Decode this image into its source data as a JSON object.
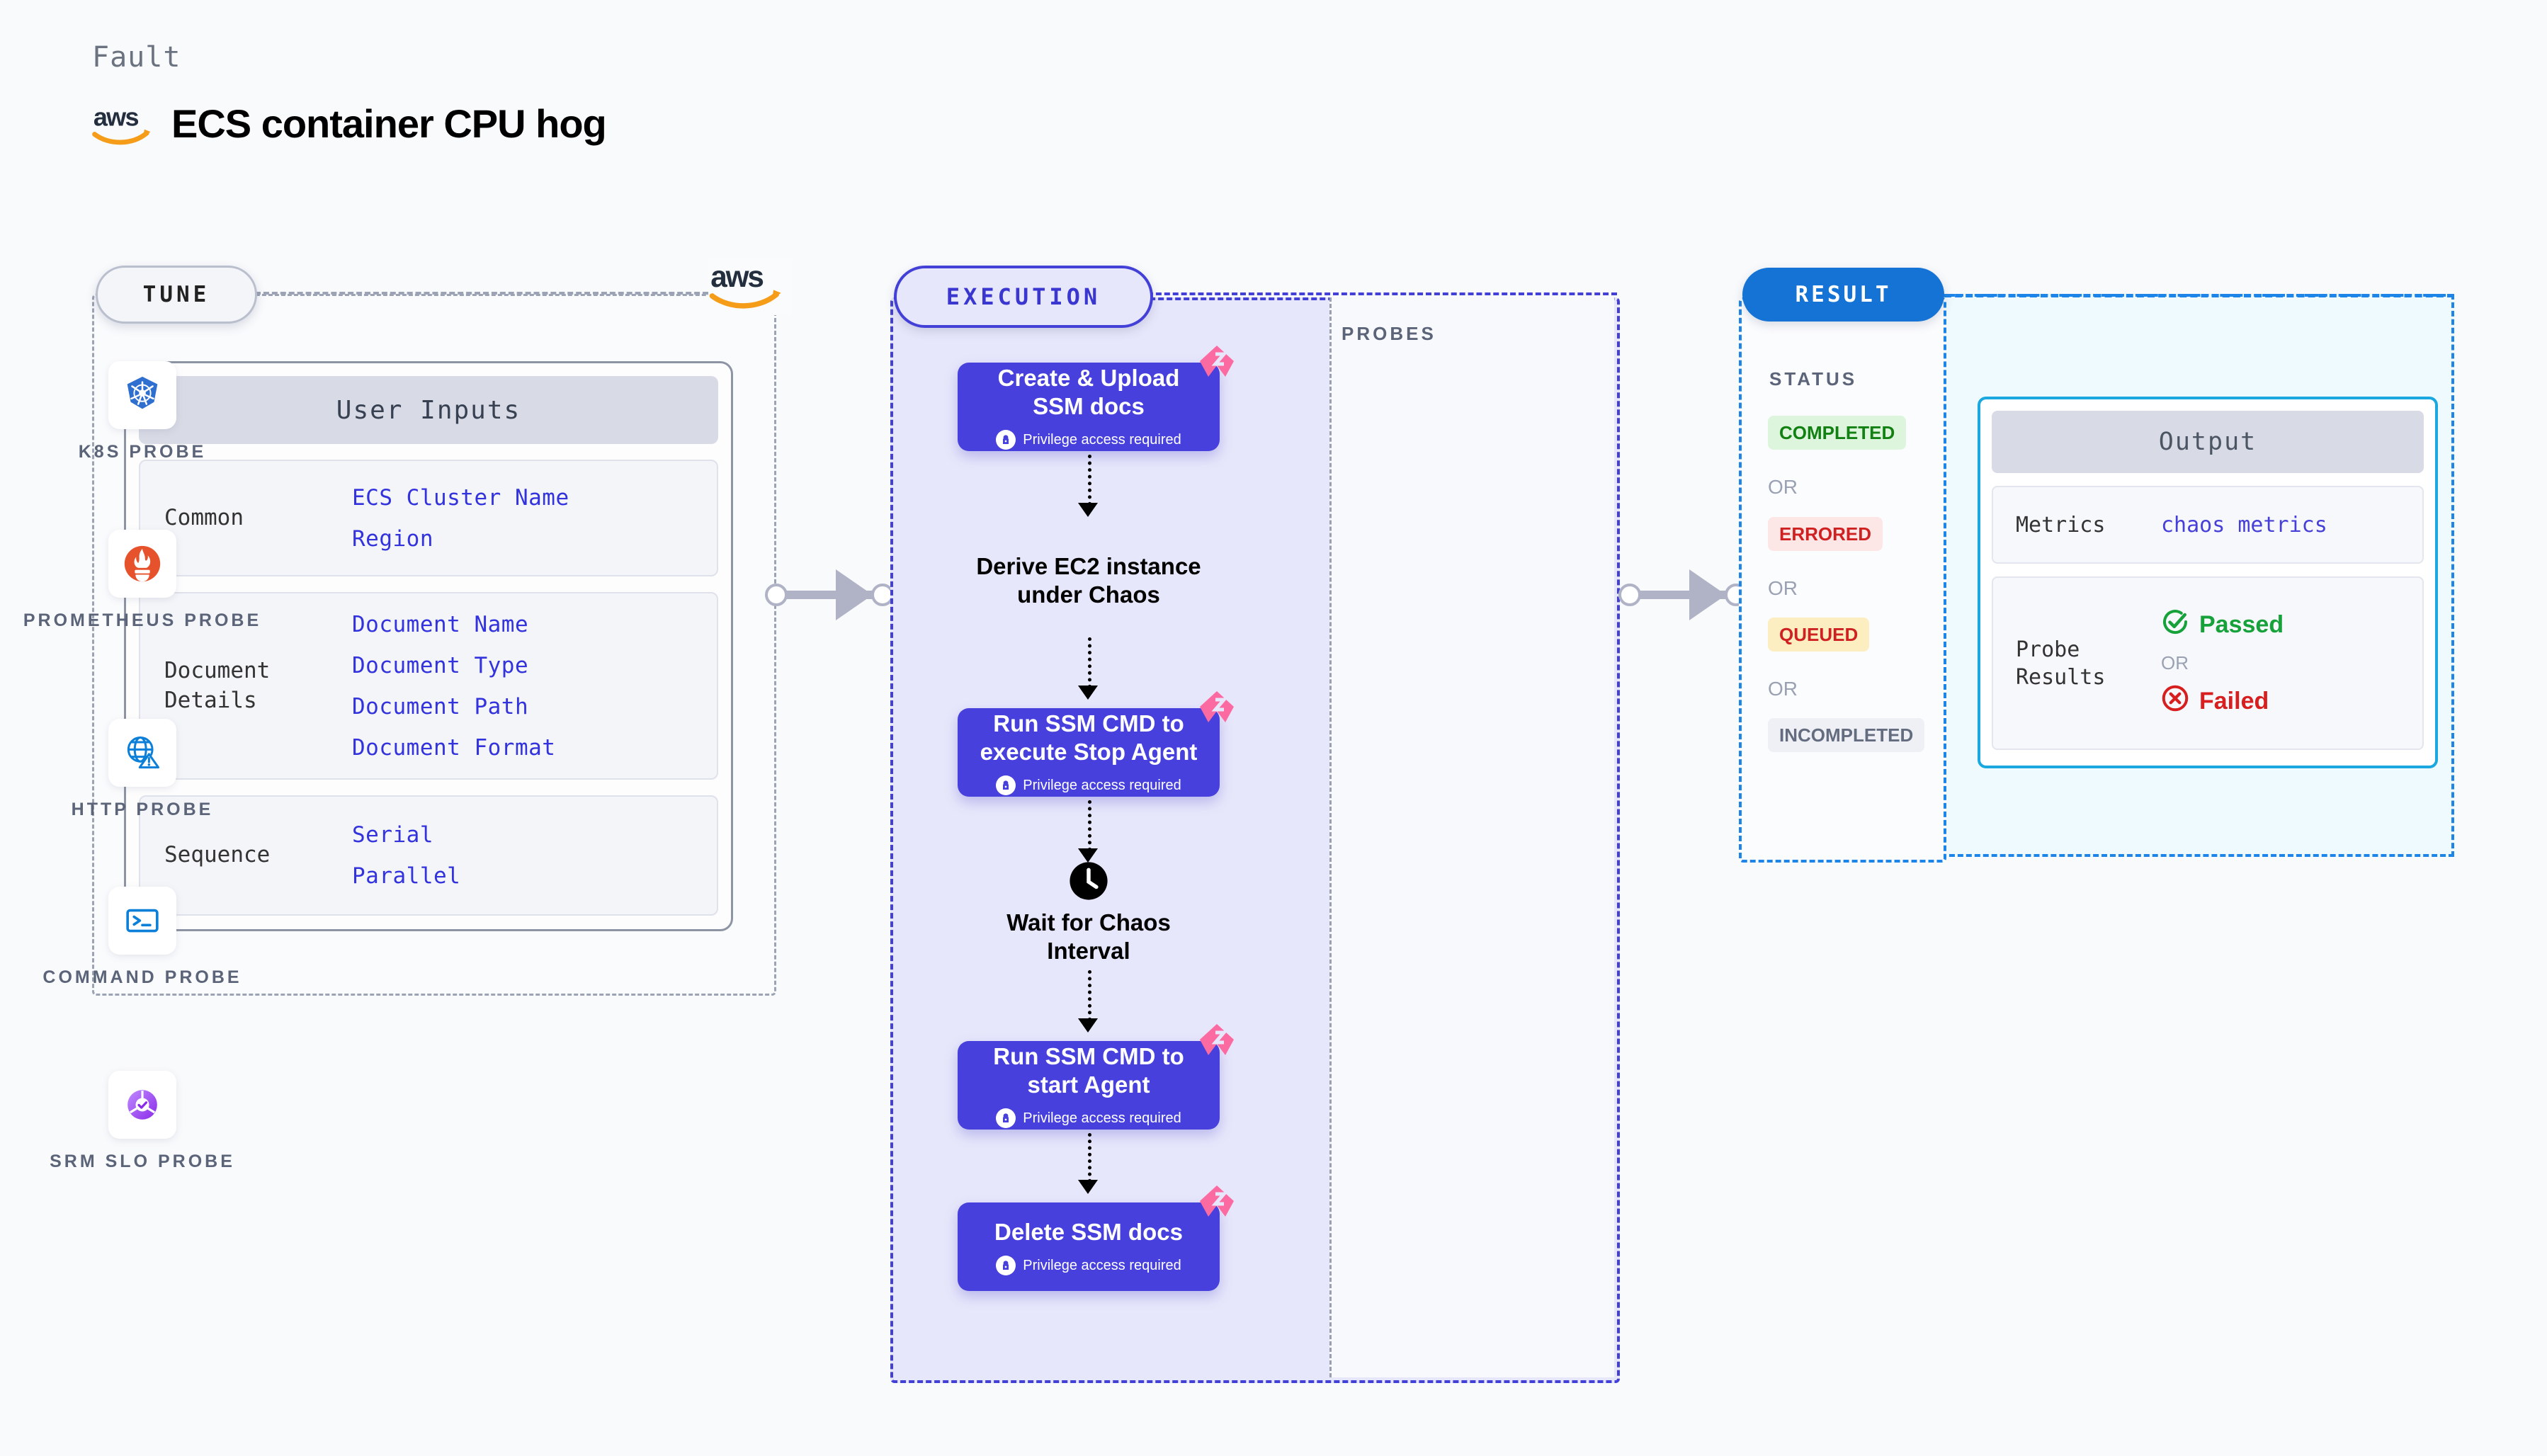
{
  "header": {
    "eyebrow": "Fault",
    "title": "ECS container CPU hog",
    "brand_icon": "aws-logo"
  },
  "tune": {
    "chip_label": "TUNE",
    "brand_icon": "aws-logo",
    "card_title": "User Inputs",
    "groups": [
      {
        "label": "Common",
        "values": [
          "ECS Cluster Name",
          "Region"
        ]
      },
      {
        "label": "Document\nDetails",
        "values": [
          "Document Name",
          "Document Type",
          "Document Path",
          "Document Format"
        ]
      },
      {
        "label": "Sequence",
        "values": [
          "Serial",
          "Parallel"
        ]
      }
    ]
  },
  "execution": {
    "chip_label": "EXECUTION",
    "privilege_note": "Privilege access required",
    "steps": [
      {
        "type": "node",
        "label": "Create & Upload\nSSM docs",
        "privileged": true,
        "badge": "litmus-chaos-icon"
      },
      {
        "type": "plain",
        "label": "Derive EC2 instance\nunder Chaos",
        "icon": null
      },
      {
        "type": "node",
        "label": "Run SSM CMD to\nexecute Stop Agent",
        "privileged": true,
        "badge": "litmus-chaos-icon"
      },
      {
        "type": "plain",
        "label": "Wait for Chaos\nInterval",
        "icon": "clock-icon"
      },
      {
        "type": "node",
        "label": "Run SSM CMD to\nstart Agent",
        "privileged": true,
        "badge": "litmus-chaos-icon"
      },
      {
        "type": "node",
        "label": "Delete SSM docs",
        "privileged": true,
        "badge": "litmus-chaos-icon"
      }
    ]
  },
  "probes": {
    "section_label": "PROBES",
    "items": [
      {
        "name": "K8S PROBE",
        "icon": "kubernetes-icon"
      },
      {
        "name": "PROMETHEUS PROBE",
        "icon": "prometheus-icon"
      },
      {
        "name": "HTTP PROBE",
        "icon": "http-globe-warning-icon"
      },
      {
        "name": "COMMAND PROBE",
        "icon": "terminal-icon"
      },
      {
        "name": "SRM SLO PROBE",
        "icon": "srm-slo-icon"
      }
    ]
  },
  "result": {
    "chip_label": "RESULT",
    "status_label": "STATUS",
    "or_text": "OR",
    "statuses": [
      {
        "label": "COMPLETED",
        "bg": "#ddf5dd",
        "fg": "#128012"
      },
      {
        "label": "ERRORED",
        "bg": "#fde6e6",
        "fg": "#cf2121"
      },
      {
        "label": "QUEUED",
        "bg": "#fdeec2",
        "fg": "#cf2121"
      },
      {
        "label": "INCOMPLETED",
        "bg": "#eff0f5",
        "fg": "#646d80"
      }
    ]
  },
  "output": {
    "card_title": "Output",
    "metrics_label": "Metrics",
    "metrics_value": "chaos metrics",
    "probe_results_label": "Probe\nResults",
    "or_text": "OR",
    "passed_label": "Passed",
    "failed_label": "Failed",
    "passed_icon": "check-circle-icon",
    "failed_icon": "x-circle-icon"
  },
  "colors": {
    "node_purple": "#4740dd",
    "litmus_pink": "#fb6aa0",
    "result_blue": "#1473d4",
    "output_cyan": "#1ba8e0",
    "tune_gray": "#9ca3b4",
    "input_value_blue": "#3333dd"
  }
}
